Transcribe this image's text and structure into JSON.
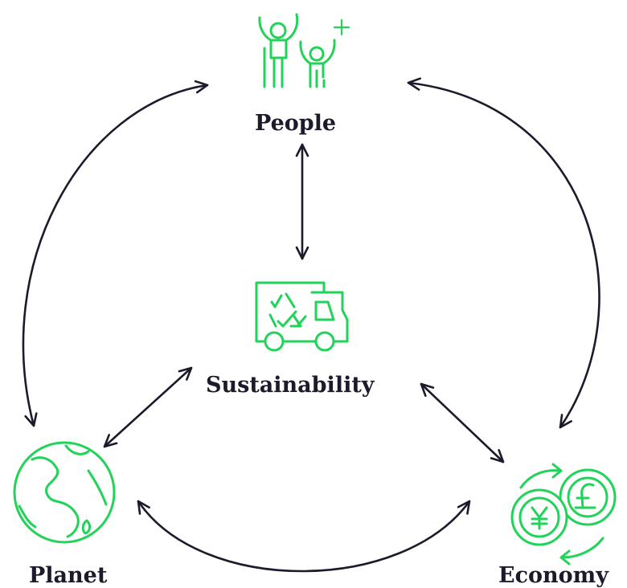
{
  "nodes": {
    "people": {
      "label": "People"
    },
    "sustainability": {
      "label": "Sustainability"
    },
    "planet": {
      "label": "Planet"
    },
    "economy": {
      "label": "Economy"
    }
  },
  "colors": {
    "icon": "#22d35a",
    "arrow": "#1b1b2b",
    "background": "#ffffff"
  },
  "icons": {
    "people": "people-celebrating-icon",
    "sustainability": "recycling-truck-icon",
    "planet": "globe-icon",
    "economy": "currency-exchange-icon"
  }
}
